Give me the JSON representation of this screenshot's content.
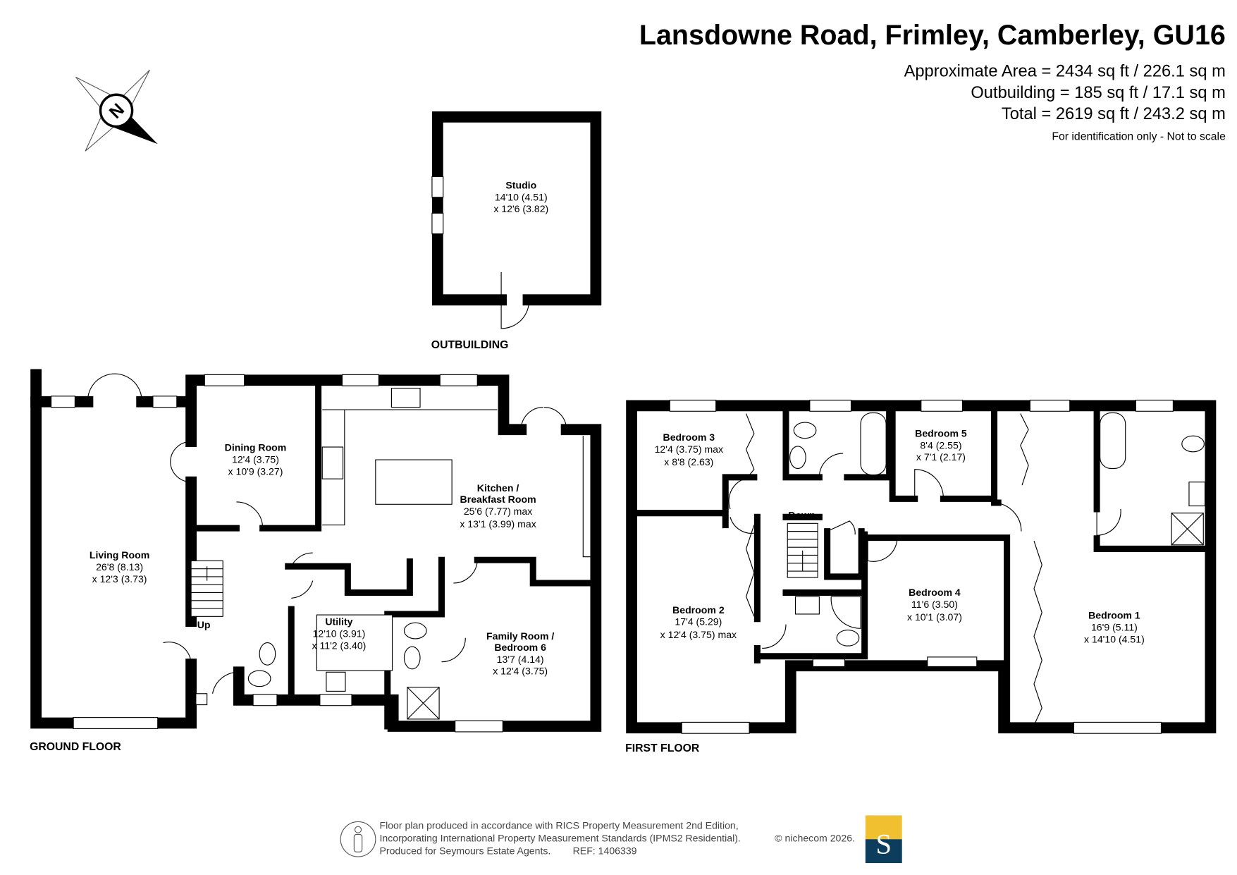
{
  "header": {
    "title": "Lansdowne Road, Frimley, Camberley, GU16",
    "approx_area": "Approximate Area = 2434 sq ft / 226.1 sq m",
    "outbuilding_area": "Outbuilding = 185 sq ft / 17.1 sq m",
    "total_area": "Total = 2619 sq ft / 243.2 sq m",
    "note": "For identification only - Not to scale"
  },
  "compass": {
    "label": "N"
  },
  "outbuilding": {
    "label": "OUTBUILDING",
    "rooms": [
      {
        "name": "Studio",
        "dim1": "14'10 (4.51)",
        "dim2": "x 12'6 (3.82)"
      }
    ]
  },
  "ground_floor": {
    "label": "GROUND FLOOR",
    "stairs_label": "Up",
    "rooms": [
      {
        "name": "Living Room",
        "dim1": "26'8 (8.13)",
        "dim2": "x 12'3 (3.73)"
      },
      {
        "name": "Dining Room",
        "dim1": "12'4 (3.75)",
        "dim2": "x 10'9 (3.27)"
      },
      {
        "name": "Kitchen /",
        "name2": "Breakfast Room",
        "dim1": "25'6 (7.77) max",
        "dim2": "x 13'1 (3.99) max"
      },
      {
        "name": "Utility",
        "dim1": "12'10 (3.91)",
        "dim2": "x 11'2 (3.40)"
      },
      {
        "name": "Family Room /",
        "name2": "Bedroom 6",
        "dim1": "13'7 (4.14)",
        "dim2": "x 12'4 (3.75)"
      }
    ]
  },
  "first_floor": {
    "label": "FIRST FLOOR",
    "stairs_label": "Down",
    "rooms": [
      {
        "name": "Bedroom 3",
        "dim1": "12'4 (3.75) max",
        "dim2": "x 8'8 (2.63)"
      },
      {
        "name": "Bedroom 5",
        "dim1": "8'4 (2.55)",
        "dim2": "x 7'1 (2.17)"
      },
      {
        "name": "Bedroom 2",
        "dim1": "17'4 (5.29)",
        "dim2": "x 12'4 (3.75) max"
      },
      {
        "name": "Bedroom 4",
        "dim1": "11'6 (3.50)",
        "dim2": "x 10'1 (3.07)"
      },
      {
        "name": "Bedroom 1",
        "dim1": "16'9 (5.11)",
        "dim2": "x 14'10 (4.51)"
      }
    ]
  },
  "footer": {
    "line1": "Floor plan produced in accordance with RICS Property Measurement 2nd Edition,",
    "line2": "Incorporating International Property Measurement Standards (IPMS2 Residential).",
    "copyright": "© nichecom 2026.",
    "line3": "Produced for Seymours Estate Agents.",
    "ref": "REF: 1406339",
    "logo_letter": "S",
    "logo_colors": {
      "top": "#f0c030",
      "bottom": "#0d3d5c"
    }
  }
}
